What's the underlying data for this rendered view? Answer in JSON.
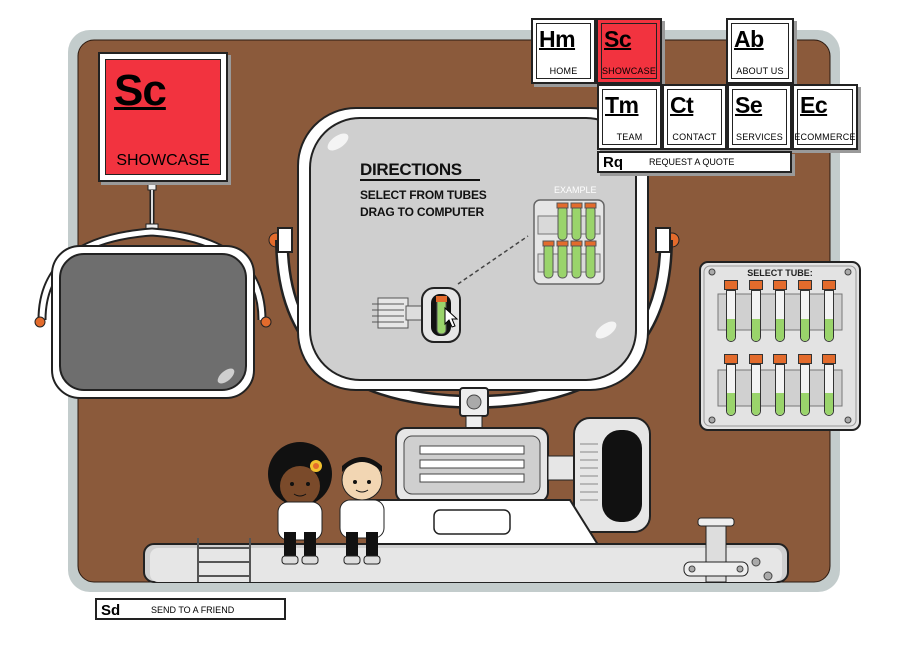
{
  "nav": {
    "tiles": [
      {
        "symbol": "Hm",
        "label": "HOME",
        "active": false
      },
      {
        "symbol": "Sc",
        "label": "SHOWCASE",
        "active": true
      },
      {
        "symbol": "Ab",
        "label": "ABOUT US",
        "active": false
      },
      {
        "symbol": "Tm",
        "label": "TEAM",
        "active": false
      },
      {
        "symbol": "Ct",
        "label": "CONTACT",
        "active": false
      },
      {
        "symbol": "Se",
        "label": "SERVICES",
        "active": false
      },
      {
        "symbol": "Ec",
        "label": "ECOMMERCE",
        "active": false
      }
    ],
    "quote": {
      "symbol": "Rq",
      "label": "REQUEST A QUOTE"
    }
  },
  "section": {
    "symbol": "Sc",
    "label": "SHOWCASE",
    "color": "#f2333f"
  },
  "directions": {
    "title": "DIRECTIONS",
    "line1": "SELECT FROM TUBES",
    "line2": "DRAG  TO COMPUTER",
    "example": "EXAMPLE"
  },
  "tube_panel": {
    "title": "SELECT TUBE:",
    "rows": 2,
    "tubes_per_row": 5
  },
  "footer": {
    "symbol": "Sd",
    "label": "SEND TO A FRIEND"
  },
  "colors": {
    "frame": "#8b5a3b",
    "border": "#c3cccc",
    "accent": "#f2333f",
    "tube_cap": "#e36b2c",
    "tube_liquid": "#9ad46b",
    "screen": "#6e6e6e"
  }
}
